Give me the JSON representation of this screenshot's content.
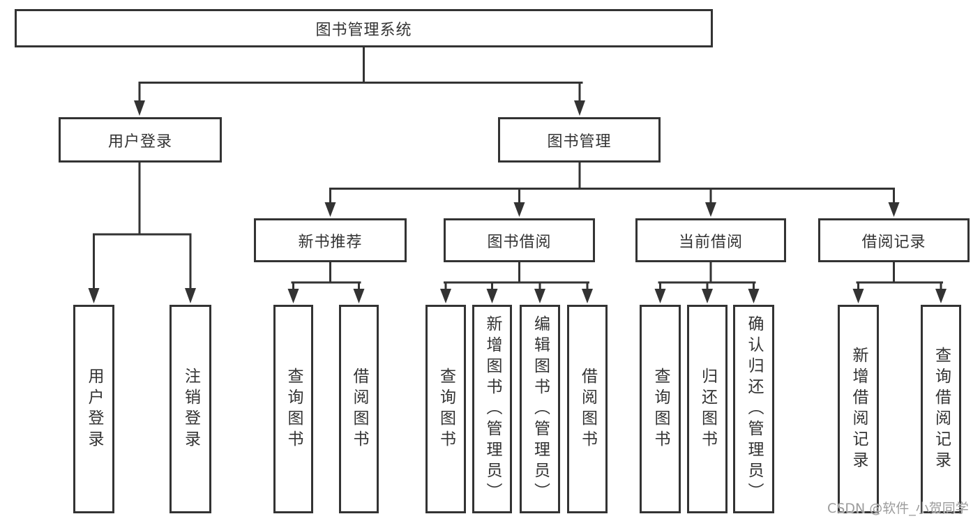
{
  "diagram": {
    "root": "图书管理系统",
    "level2": {
      "user_login": "用户登录",
      "book_mgmt": "图书管理"
    },
    "level3": {
      "new_books": "新书推荐",
      "borrowing": "图书借阅",
      "current": "当前借阅",
      "records": "借阅记录"
    },
    "leaves": {
      "user_login": "用户登录",
      "logout": "注销登录",
      "nb_query": "查询图书",
      "nb_borrow": "借阅图书",
      "bw_query": "查询图书",
      "bw_add": "新增图书（管理员）",
      "bw_edit": "编辑图书（管理员）",
      "bw_borrow": "借阅图书",
      "cur_query": "查询图书",
      "cur_return": "归还图书",
      "cur_confirm": "确认归还（管理员）",
      "rec_add": "新增借阅记录",
      "rec_query": "查询借阅记录"
    }
  },
  "watermark": "CSDN @软件_小贺同学",
  "colors": {
    "line": "#333333",
    "text": "#333333",
    "watermark": "#9c9c9c",
    "background": "#ffffff"
  }
}
